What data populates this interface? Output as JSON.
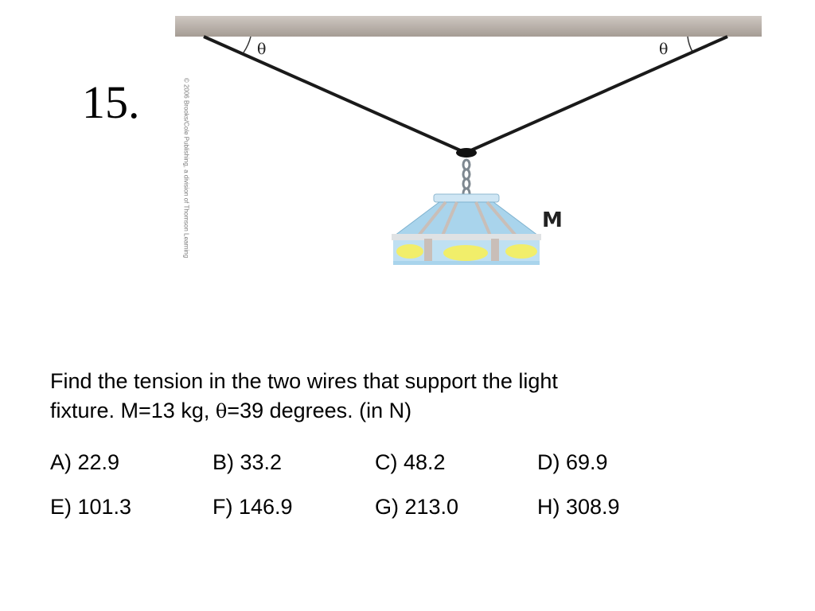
{
  "slide_number": "15.",
  "figure": {
    "angle_symbol_left": "θ",
    "angle_symbol_right": "θ",
    "mass_label": "M",
    "credit_text": "© 2006 Brooks/Cole Publishing, a division of Thomson Learning",
    "colors": {
      "ceiling": "#b5aca4",
      "wire": "#1a1a1a",
      "shade_blue": "#a9d4ec",
      "shade_yellow": "#f1ee6a",
      "panel_gray": "#c9beb8"
    },
    "icons": [
      "ceiling-bar",
      "support-wire",
      "light-fixture"
    ]
  },
  "question": {
    "line1": "Find the tension in the two wires that support the light",
    "line2_prefix": "fixture. M=13 kg, ",
    "theta": "θ",
    "line2_suffix": "=39 degrees. (in N)"
  },
  "answers": {
    "row1": [
      "A) 22.9",
      "B) 33.2",
      "C) 48.2",
      "D) 69.9"
    ],
    "row2": [
      "E) 101.3",
      "F) 146.9",
      "G) 213.0",
      "H) 308.9"
    ]
  }
}
